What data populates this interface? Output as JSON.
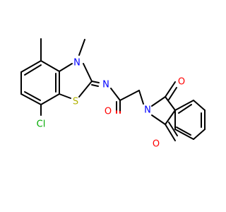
{
  "atoms": {
    "chlorine": {
      "symbol": "Cl",
      "color": "#00aa00"
    },
    "sulfur": {
      "symbol": "S",
      "color": "#b2b200"
    },
    "ring_nitrogen": {
      "symbol": "N",
      "color": "#0000ff"
    },
    "imine_nitrogen": {
      "symbol": "N",
      "color": "#0000ff"
    },
    "phthalimide_nitrogen": {
      "symbol": "N",
      "color": "#0000ff"
    },
    "amide_oxygen": {
      "symbol": "O",
      "color": "#ff0000"
    },
    "imide_oxygen_top": {
      "symbol": "O",
      "color": "#ff0000"
    },
    "imide_oxygen_bottom": {
      "symbol": "O",
      "color": "#ff0000"
    }
  }
}
